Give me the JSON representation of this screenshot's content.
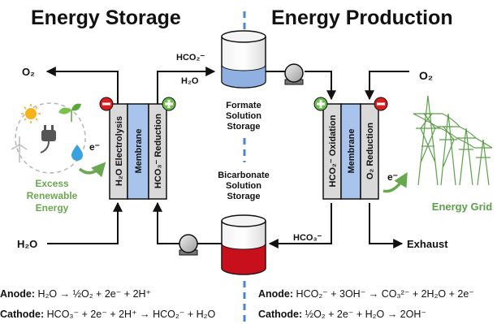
{
  "headings": {
    "storage": "Energy Storage",
    "production": "Energy Production"
  },
  "labels": {
    "o2_left": "O₂",
    "h2o_left": "H₂O",
    "hco2_top": "HCO₂⁻",
    "h2o_top": "H₂O",
    "formate_storage": [
      "Formate",
      "Solution",
      "Storage"
    ],
    "bicarbonate_storage": [
      "Bicarbonate",
      "Solution",
      "Storage"
    ],
    "hco3_bottom": "HCO₃⁻",
    "o2_right": "O₂",
    "exhaust": "Exhaust",
    "excess_renewable": [
      "Excess",
      "Renewable",
      "Energy"
    ],
    "energy_grid": "Energy Grid",
    "electron_left": "e⁻",
    "electron_right": "e⁻"
  },
  "cells": {
    "h2o_electrolysis": "H₂O Electrolysis",
    "membrane": "Membrane",
    "hco3_reduction": "HCO₃⁻ Reduction",
    "hco2_oxidation": "HCO₂⁻ Oxidation",
    "o2_reduction": "O₂ Reduction"
  },
  "equations": {
    "storage_anode_label": "Anode:",
    "storage_anode": " H₂O → ½O₂ + 2e⁻ + 2H⁺",
    "storage_cathode_label": "Cathode:",
    "storage_cathode": " HCO₃⁻ + 2e⁻ + 2H⁺ → HCO₂⁻ + H₂O",
    "production_anode_label": "Anode:",
    "production_anode": " HCO₂⁻ + 3OH⁻ → CO₃²⁻ + 2H₂O + 2e⁻",
    "production_cathode_label": "Cathode:",
    "production_cathode": " ½O₂ + 2e⁻ + H₂O → 2OH⁻"
  },
  "colors": {
    "membrane_blue": "#a9c4ec",
    "electrode_gray": "#d9d9d9",
    "formate_fill": "#8fb0e0",
    "bicarbonate_fill": "#c8101c",
    "renewable_green": "#6aa84f",
    "grid_green": "#5ca04a",
    "divider_blue": "#4a86c8",
    "plus_green": "#6cc04a",
    "minus_red": "#d81e1e"
  }
}
